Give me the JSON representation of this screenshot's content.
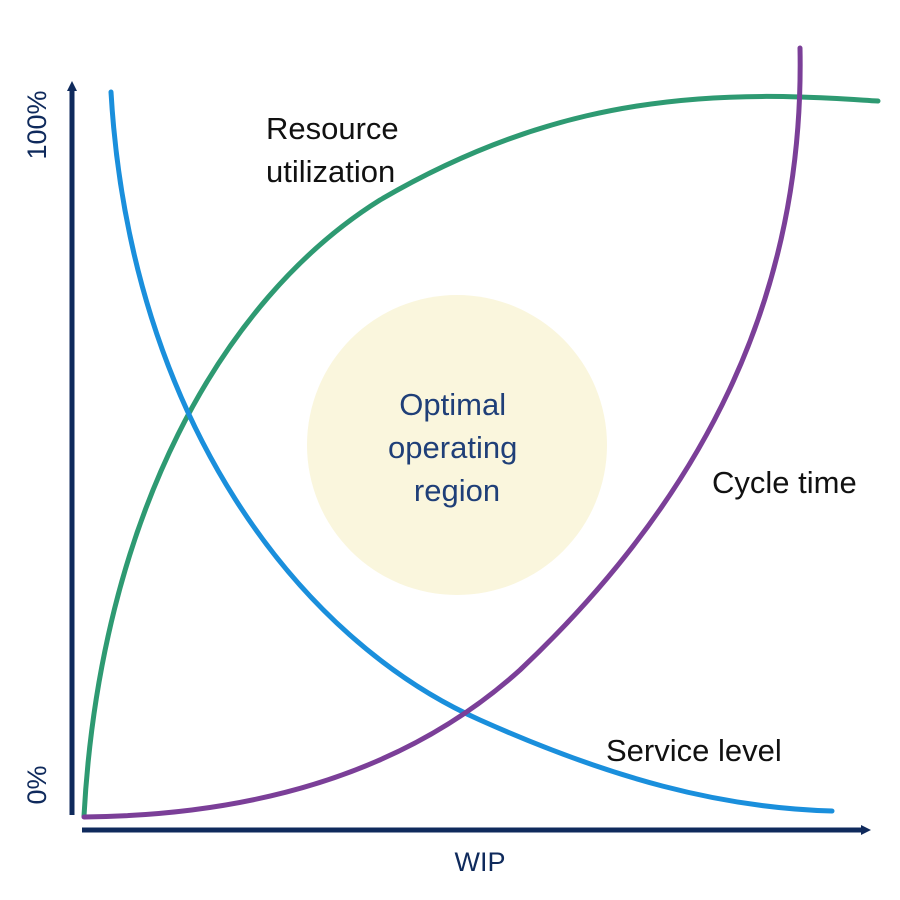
{
  "axes": {
    "x_label": "WIP",
    "y_top_label": "100%",
    "y_bottom_label": "0%",
    "color": "#0f2a5c"
  },
  "curves": [
    {
      "id": "resource-utilization",
      "label_line1": "Resource",
      "label_line2": "utilization",
      "color": "#2e9a72",
      "trend": "rising, concave"
    },
    {
      "id": "service-level",
      "label": "Service level",
      "color": "#1a8fdc",
      "trend": "falling, convex"
    },
    {
      "id": "cycle-time",
      "label": "Cycle time",
      "color": "#7b3f98",
      "trend": "rising, convex"
    }
  ],
  "region": {
    "line1": "Optimal",
    "line2": "operating",
    "line3": "region",
    "fill": "#faf6dd",
    "text_color": "#1f3f78"
  }
}
